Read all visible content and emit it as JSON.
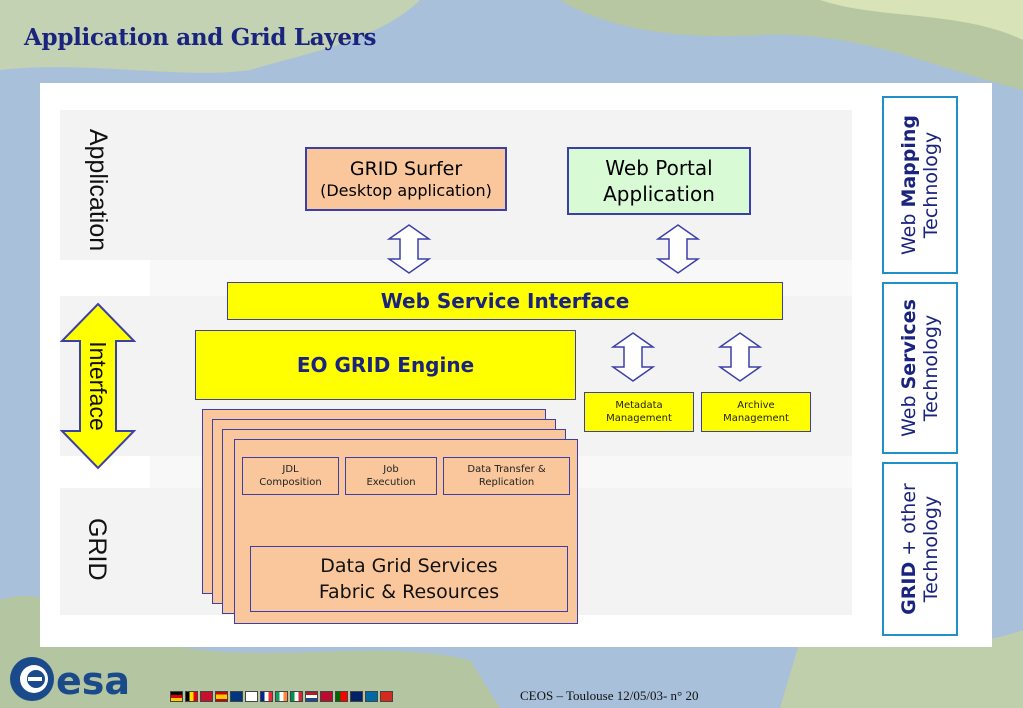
{
  "slide": {
    "title": "Application and Grid Layers",
    "footer": "CEOS – Toulouse 12/05/03-  n° 20"
  },
  "layers": {
    "application": "Application",
    "interface": "Interface",
    "grid": "GRID"
  },
  "boxes": {
    "grid_surfer": {
      "line1": "GRID Surfer",
      "line2": "(Desktop application)"
    },
    "web_portal": {
      "line1": "Web Portal",
      "line2": "Application"
    },
    "web_service_interface": "Web Service Interface",
    "eo_grid_engine": "EO GRID Engine",
    "metadata": {
      "line1": "Metadata",
      "line2": "Management"
    },
    "archive": {
      "line1": "Archive",
      "line2": "Management"
    },
    "jdl": {
      "line1": "JDL",
      "line2": "Composition"
    },
    "job": {
      "line1": "Job",
      "line2": "Execution"
    },
    "transfer": {
      "line1": "Data Transfer &",
      "line2": "Replication"
    },
    "data_grid": {
      "line1": "Data Grid Services",
      "line2": "Fabric & Resources"
    }
  },
  "technology": {
    "mapping": {
      "pre": "Web ",
      "bold": "Mapping",
      "line2": "Technology"
    },
    "services": {
      "pre": "Web ",
      "bold": "Services",
      "line2": "Technology"
    },
    "grid": {
      "bold": "GRID",
      "post": " + other",
      "line2": "Technology"
    }
  },
  "colors": {
    "title": "#1a237e",
    "orange_box": "#f9c79b",
    "green_box": "#d8fbd6",
    "yellow_box": "#ffff00",
    "border": "#3b3fa8",
    "tech_border": "#1e8fc8"
  },
  "logo": {
    "text": "esa"
  }
}
